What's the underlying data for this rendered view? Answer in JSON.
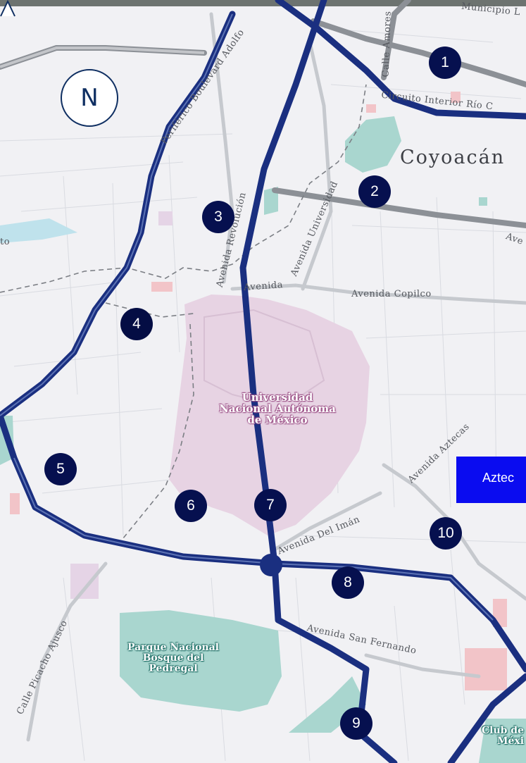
{
  "map": {
    "district": "Coyoacán",
    "compass_label": "N",
    "route_color": "#1a2f80",
    "marker_color": "#06104f",
    "park_color": "#a9d6cf",
    "campus_color": "#e7d3e3",
    "streets": {
      "municipio": "Municipio L",
      "calle_amores": "Calle Amores",
      "periferico": "Periférico Boulevard Adolfo",
      "circuito": "Circuito Interior Río C",
      "revolucion": "Avenida Revolución",
      "universidad": "Avenida Universidad",
      "copilco": "Avenida Copilco",
      "aztecas": "Avenida Aztecas",
      "del_iman": "Avenida Del Imán",
      "san_fernando": "Avenida San Fernando",
      "picacho": "Calle Picacho Ajusco",
      "left_partial": "to",
      "ave_partial": "Ave"
    },
    "places": {
      "unam_1": "Universidad",
      "unam_2": "Nacional Autónoma",
      "unam_3": "de México",
      "park_1": "Parque Nacional",
      "park_2": "Bosque del",
      "park_3": "Pedregal",
      "club_1": "Club de",
      "club_2": "Méxi"
    },
    "markers": [
      "1",
      "2",
      "3",
      "4",
      "5",
      "6",
      "7",
      "8",
      "9",
      "10"
    ],
    "highlight_label": "Aztec"
  }
}
